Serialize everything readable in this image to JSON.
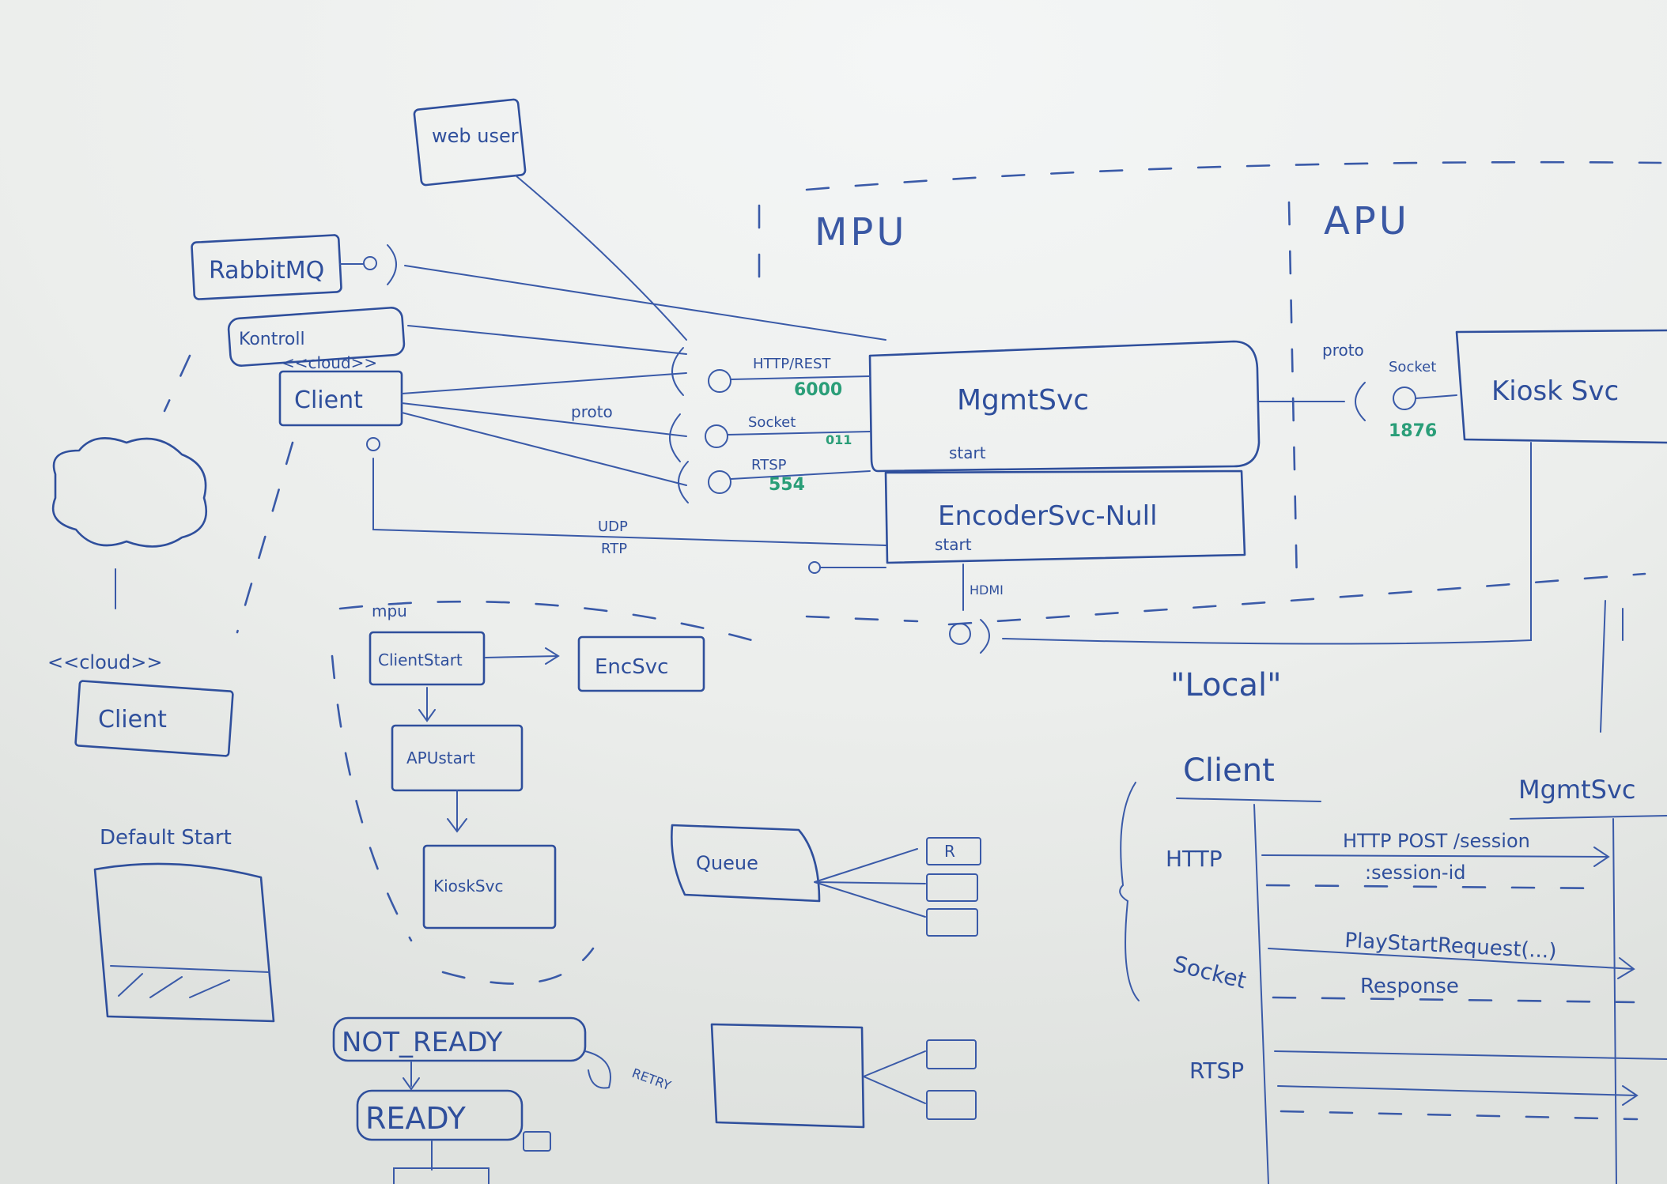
{
  "labels": {
    "web_user": "web user",
    "rabbitmq": "RabbitMQ",
    "kontroll": "Kontroll",
    "client_stereo_top": "<<cloud>>",
    "client_top": "Client",
    "cloud_label": "<<cloud>>",
    "client_left": "Client",
    "mpu": "MPU",
    "apu": "APU",
    "mgmtsvc": "MgmtSvc",
    "start1": "start",
    "encodersvc": "EncoderSvc-Null",
    "start2": "start",
    "kiosk_svc": "Kiosk Svc",
    "proto_top": "proto",
    "proto_mid": "proto",
    "http_rest": "HTTP/REST",
    "port_http": "6000",
    "socket_top": "Socket",
    "port_socket": "1876",
    "socket_mid": "Socket",
    "port_socket_mid": "011",
    "rtsp_mid": "RTSP",
    "port_rtsp": "554",
    "udp": "UDP",
    "rtp": "RTP",
    "hdmi": "HDMI",
    "local": "\"Local\"",
    "mpu_small": "mpu",
    "clientstart": "ClientStart",
    "encsvc": "EncSvc",
    "apustart": "APUstart",
    "kiosksvc_small": "KioskSvc",
    "queue": "Queue",
    "q_r": "R",
    "default_start": "Default Start",
    "not_ready": "NOT_READY",
    "retry": "RETRY",
    "ready": "READY",
    "seq_client": "Client",
    "seq_mgmtsvc": "MgmtSvc",
    "seq_http": "HTTP",
    "http_post": "HTTP POST /session",
    "session_id": ":session-id",
    "seq_socket": "Socket",
    "playstart": "PlayStartRequest(...)",
    "response": "Response",
    "seq_rtsp": "RTSP"
  },
  "colors": {
    "board": "#e9ebe9",
    "ink_blue": "#2f4f9c",
    "ink_green": "#2a9e78"
  }
}
